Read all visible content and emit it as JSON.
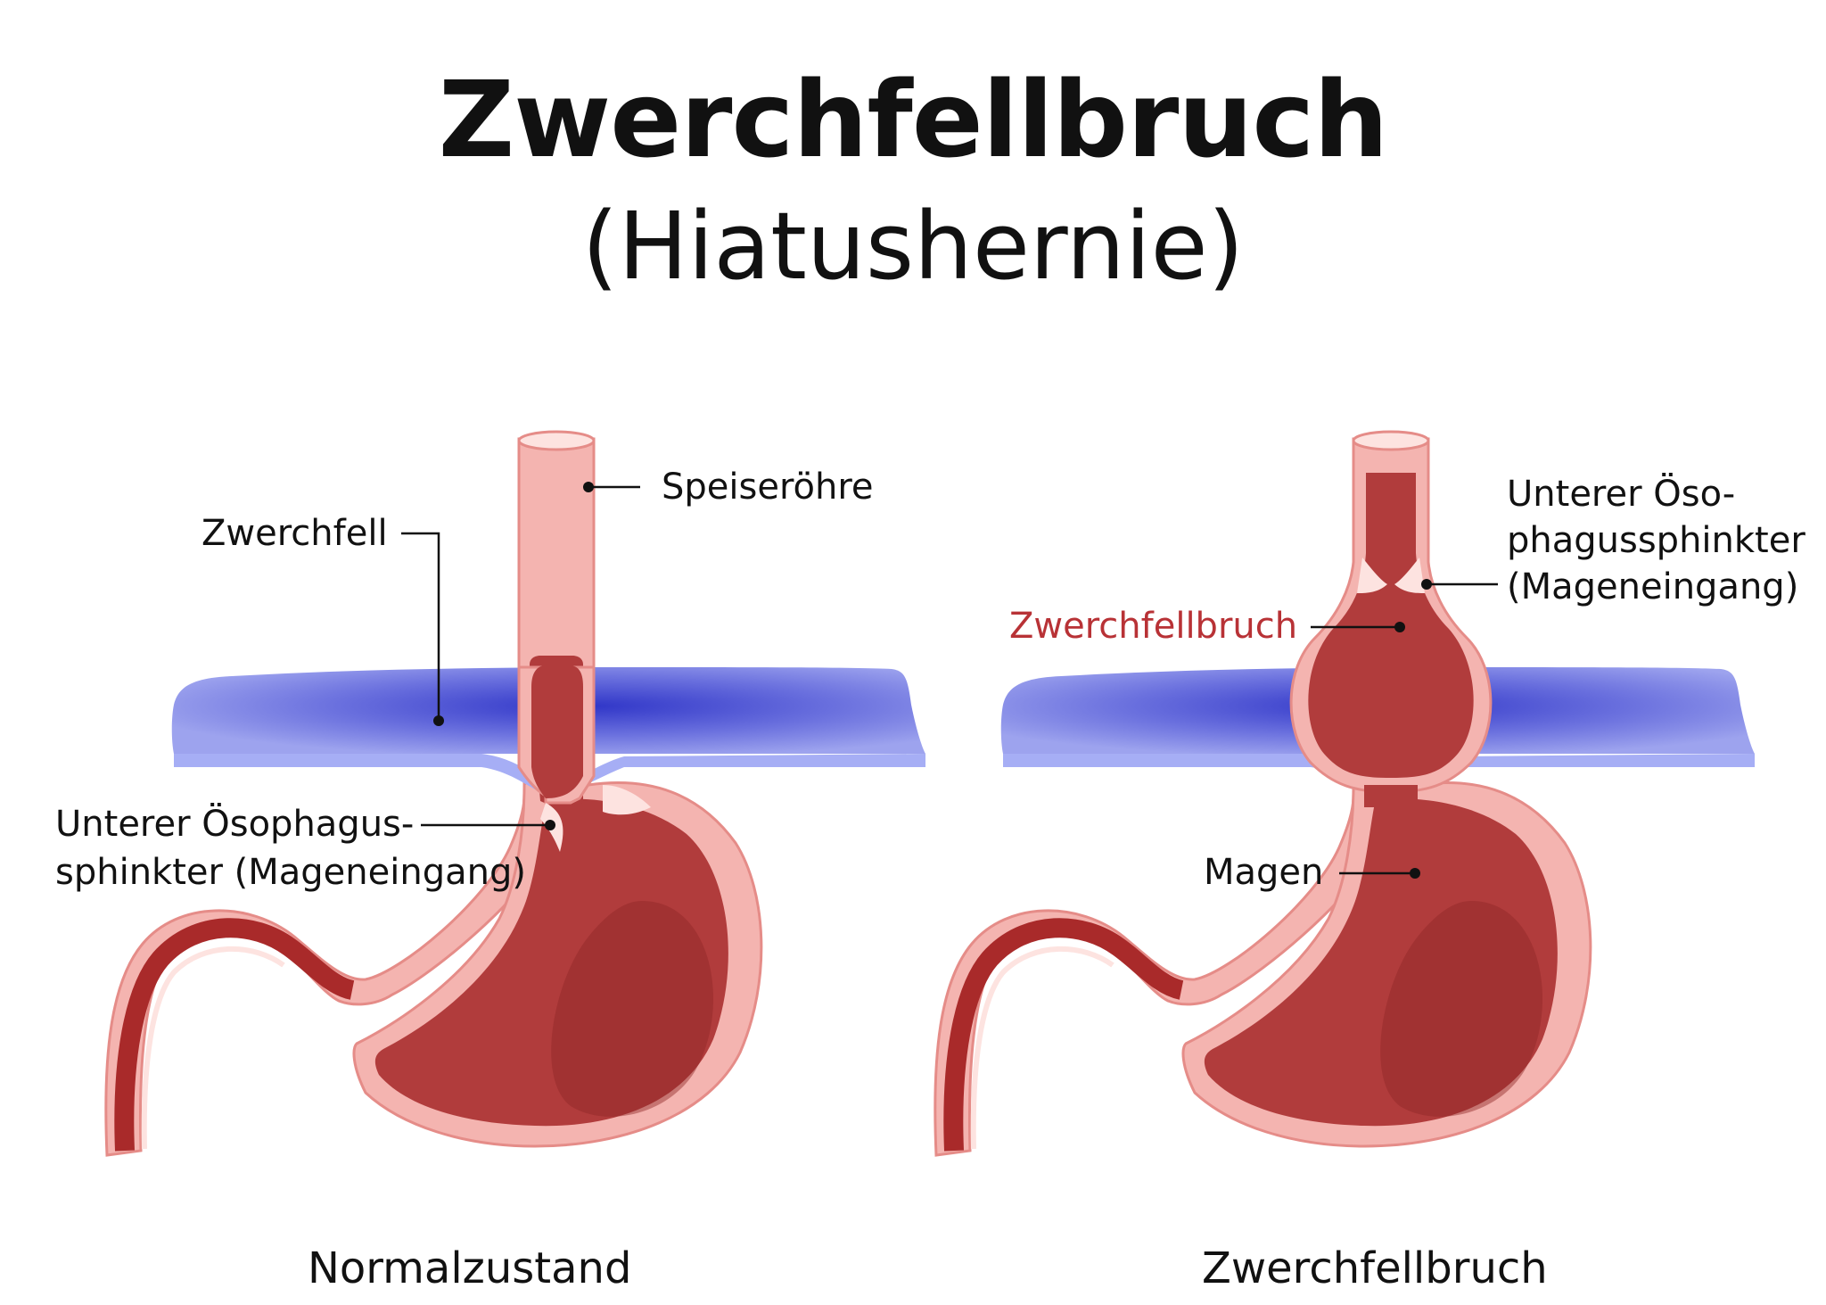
{
  "title": "Zwerchfellbruch",
  "subtitle": "(Hiatushernie)",
  "labels": {
    "zwerchfell": "Zwerchfell",
    "speiseroehre": "Speiseröhre",
    "sphincter_left_l1": "Unterer Ösophagus-",
    "sphincter_left_l2": "sphinkter (Mageneingang)",
    "sphincter_right_l1": "Unterer Öso-",
    "sphincter_right_l2": "phagussphinkter",
    "sphincter_right_l3": "(Mageneingang)",
    "hernia": "Zwerchfellbruch",
    "magen": "Magen"
  },
  "captions": {
    "left": "Normalzustand",
    "right": "Zwerchfellbruch"
  },
  "colors": {
    "diaphragm": "#5b5fd8",
    "diaphragm_light": "#a6aef5",
    "stomach": "#b13c3c",
    "stomach_dark": "#8e2525",
    "wall": "#f4b4b0",
    "wall_light": "#fde3e0",
    "hernia_label": "#b83236"
  }
}
